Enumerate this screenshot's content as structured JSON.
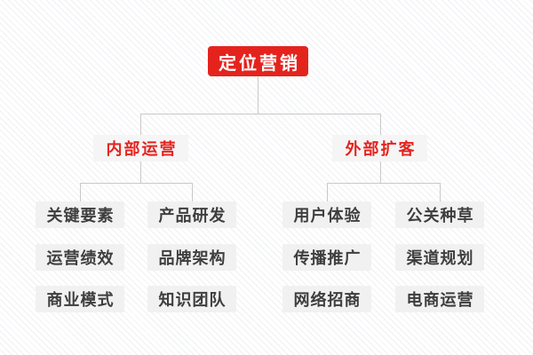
{
  "colors": {
    "red": "#e5231d",
    "connector": "#c9c9c9",
    "branch_bg": "#f5f5f6",
    "leaf_bg": "#f1f1f2",
    "leaf_text": "#3e3e3e",
    "stripe": "#eff0f3"
  },
  "tree": {
    "root": {
      "label": "定位营销"
    },
    "branches": [
      {
        "label": "内部运营",
        "children": [
          "关键要素",
          "产品研发",
          "运营绩效",
          "品牌架构",
          "商业模式",
          "知识团队"
        ]
      },
      {
        "label": "外部扩客",
        "children": [
          "用户体验",
          "公关种草",
          "传播推广",
          "渠道规划",
          "网络招商",
          "电商运营"
        ]
      }
    ]
  }
}
